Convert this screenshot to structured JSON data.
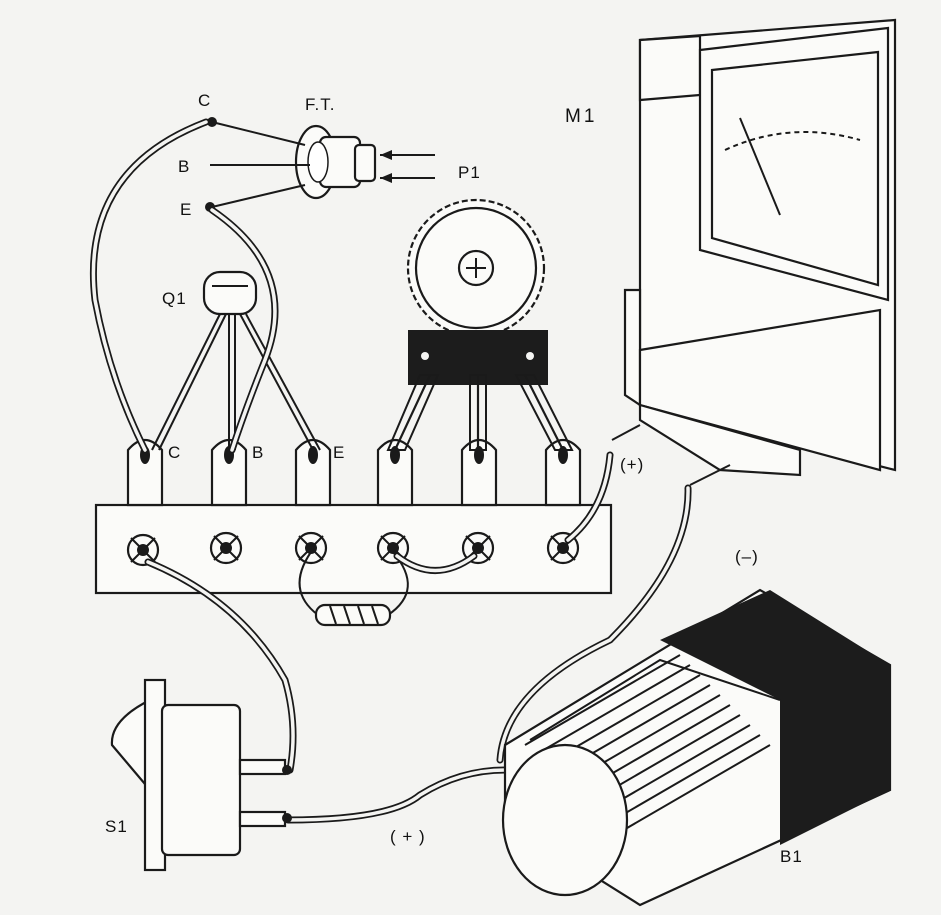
{
  "labels": {
    "ft": "F.T.",
    "ft_c": "C",
    "ft_b": "B",
    "ft_e": "E",
    "p1": "P1",
    "m1": "M1",
    "q1": "Q1",
    "strip_c": "C",
    "strip_b": "B",
    "strip_e": "E",
    "meter_plus": "(+)",
    "meter_minus": "(–)",
    "battery_plus": "( + )",
    "s1": "S1",
    "b1": "B1"
  },
  "colors": {
    "ink": "#1a1a1a",
    "paper": "#f4f4f2"
  }
}
